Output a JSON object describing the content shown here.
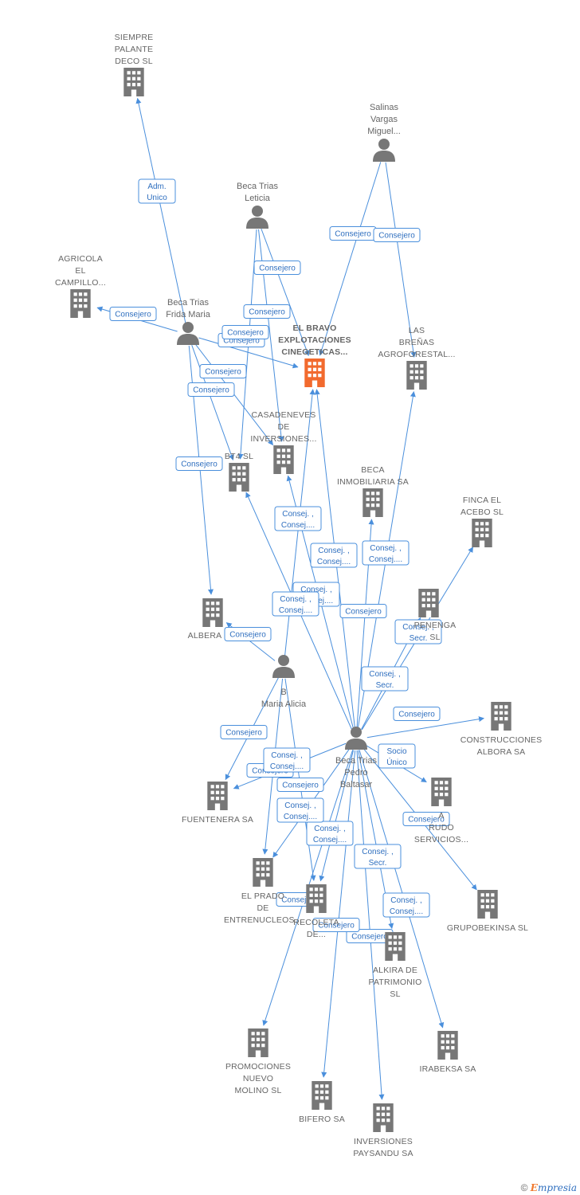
{
  "nodes": [
    {
      "id": "siempre",
      "type": "company",
      "lines": [
        "SIEMPRE",
        "PALANTE",
        "DECO  SL"
      ]
    },
    {
      "id": "salinas",
      "type": "person",
      "lines": [
        "Salinas",
        "Vargas",
        "Miguel..."
      ]
    },
    {
      "id": "leticia",
      "type": "person",
      "lines": [
        "Beca Trias",
        "Leticia"
      ]
    },
    {
      "id": "agricola",
      "type": "company",
      "lines": [
        "AGRICOLA",
        "EL",
        "CAMPILLO..."
      ]
    },
    {
      "id": "frida",
      "type": "person",
      "lines": [
        "Beca Trias",
        "Frida Maria"
      ]
    },
    {
      "id": "bravo",
      "type": "focus",
      "lines": [
        "EL BRAVO",
        "EXPLOTACIONES",
        "CINEGETICAS..."
      ]
    },
    {
      "id": "brenas",
      "type": "company",
      "lines": [
        "LAS",
        "BREÑAS",
        "AGROFORESTAL..."
      ]
    },
    {
      "id": "casadeneves",
      "type": "company",
      "lines": [
        "CASADENEVES",
        "DE",
        "INVERSIONES..."
      ]
    },
    {
      "id": "bt4",
      "type": "company",
      "lines": [
        "BT4 SL"
      ]
    },
    {
      "id": "beca_inm",
      "type": "company",
      "lines": [
        "BECA",
        "INMOBILIARIA SA"
      ]
    },
    {
      "id": "finca",
      "type": "company",
      "lines": [
        "FINCA EL",
        "ACEBO  SL"
      ]
    },
    {
      "id": "albera",
      "type": "company",
      "lines": [
        "ALBERA"
      ]
    },
    {
      "id": "penenga",
      "type": "company",
      "lines": [
        "PENENGA",
        "SL"
      ]
    },
    {
      "id": "alicia",
      "type": "person",
      "lines": [
        "B",
        "Maria Alicia"
      ]
    },
    {
      "id": "construcciones",
      "type": "company",
      "lines": [
        "CONSTRUCCIONES",
        "ALBORA SA"
      ]
    },
    {
      "id": "pedro",
      "type": "person",
      "lines": [
        "Beca Trias",
        "Pedro",
        "Baltasar"
      ]
    },
    {
      "id": "fuentenera",
      "type": "company",
      "lines": [
        "FUENTENERA SA"
      ]
    },
    {
      "id": "servicios",
      "type": "company",
      "lines": [
        "A",
        "RUDO",
        "SERVICIOS..."
      ]
    },
    {
      "id": "grupobekinsa",
      "type": "company",
      "lines": [
        "GRUPOBEKINSA SL"
      ]
    },
    {
      "id": "prado",
      "type": "company",
      "lines": [
        "EL PRADO",
        "DE",
        "ENTRENUCLEOS..."
      ]
    },
    {
      "id": "recoleta",
      "type": "company",
      "lines": [
        "RECOLETA",
        "DE..."
      ]
    },
    {
      "id": "alkira",
      "type": "company",
      "lines": [
        "ALKIRA DE",
        "PATRIMONIO",
        "SL"
      ]
    },
    {
      "id": "promociones",
      "type": "company",
      "lines": [
        "PROMOCIONES",
        "NUEVO",
        "MOLINO  SL"
      ]
    },
    {
      "id": "irabeksa",
      "type": "company",
      "lines": [
        "IRABEKSA SA"
      ]
    },
    {
      "id": "bifero",
      "type": "company",
      "lines": [
        "BIFERO SA"
      ]
    },
    {
      "id": "paysandu",
      "type": "company",
      "lines": [
        "INVERSIONES",
        "PAYSANDU SA"
      ]
    }
  ],
  "edges": [
    {
      "from": "frida",
      "to": "siempre",
      "label": [
        "Adm.",
        "Unico"
      ]
    },
    {
      "from": "frida",
      "to": "agricola",
      "label": [
        "Consejero"
      ]
    },
    {
      "from": "frida",
      "to": "bravo",
      "label": [
        "Consejero"
      ]
    },
    {
      "from": "frida",
      "to": "bt4",
      "label": [
        "Consejero"
      ]
    },
    {
      "from": "frida",
      "to": "casadeneves",
      "label": [
        "Consejero"
      ]
    },
    {
      "from": "frida",
      "to": "albera",
      "label": [
        "Consejero"
      ]
    },
    {
      "from": "salinas",
      "to": "bravo",
      "label": [
        "Consejero"
      ]
    },
    {
      "from": "salinas",
      "to": "brenas",
      "label": [
        "Consejero"
      ]
    },
    {
      "from": "leticia",
      "to": "bravo",
      "label": [
        "Consejero"
      ]
    },
    {
      "from": "leticia",
      "to": "casadeneves",
      "label": [
        "Consejero"
      ]
    },
    {
      "from": "leticia",
      "to": "bt4",
      "label": [
        "Consejero"
      ]
    },
    {
      "from": "pedro",
      "to": "bravo",
      "label": [
        "Consej. ,",
        "Consej...."
      ]
    },
    {
      "from": "pedro",
      "to": "brenas",
      "label": [
        "Consej. ,",
        "Consej...."
      ]
    },
    {
      "from": "pedro",
      "to": "beca_inm",
      "label": [
        "Consejero"
      ]
    },
    {
      "from": "pedro",
      "to": "casadeneves",
      "label": [
        "Consej. ,",
        "Consej...."
      ]
    },
    {
      "from": "pedro",
      "to": "bt4",
      "label": [
        "Consej. ,",
        "Consej...."
      ]
    },
    {
      "from": "pedro",
      "to": "finca",
      "label": [
        "Consej. ,",
        "Secr."
      ]
    },
    {
      "from": "pedro",
      "to": "penenga",
      "label": [
        "Consej. ,",
        "Secr."
      ]
    },
    {
      "from": "pedro",
      "to": "construcciones",
      "label": [
        "Consejero"
      ]
    },
    {
      "from": "pedro",
      "to": "servicios",
      "label": [
        "Socio",
        "Único"
      ]
    },
    {
      "from": "pedro",
      "to": "grupobekinsa",
      "label": [
        "Consejero"
      ]
    },
    {
      "from": "pedro",
      "to": "alkira",
      "label": [
        "Consej. ,",
        "Secr."
      ]
    },
    {
      "from": "pedro",
      "to": "irabeksa",
      "label": [
        "Consej. ,",
        "Consej...."
      ]
    },
    {
      "from": "pedro",
      "to": "paysandu",
      "label": [
        "Consejero"
      ]
    },
    {
      "from": "pedro",
      "to": "bifero",
      "label": [
        "Consejero"
      ]
    },
    {
      "from": "pedro",
      "to": "promociones",
      "label": [
        "Consejero"
      ]
    },
    {
      "from": "pedro",
      "to": "recoleta",
      "label": [
        "Consej. ,",
        "Consej...."
      ]
    },
    {
      "from": "pedro",
      "to": "prado",
      "label": [
        "Consej. ,",
        "Consej...."
      ]
    },
    {
      "from": "pedro",
      "to": "fuentenera",
      "label": [
        "Consejero"
      ]
    },
    {
      "from": "alicia",
      "to": "bravo",
      "label": [
        "Consej. ,",
        "Consej...."
      ]
    },
    {
      "from": "alicia",
      "to": "albera",
      "label": [
        "Consejero"
      ]
    },
    {
      "from": "alicia",
      "to": "fuentenera",
      "label": [
        "Consejero"
      ]
    },
    {
      "from": "alicia",
      "to": "prado",
      "label": [
        "Consejero"
      ]
    },
    {
      "from": "alicia",
      "to": "recoleta",
      "label": [
        "Consej. ,",
        "Consej...."
      ]
    }
  ],
  "footer": {
    "copyright": "©",
    "brand_e": "E",
    "brand_rest": "mpresia"
  },
  "colors": {
    "edge": "#4a8fdc",
    "node": "#777777",
    "focus": "#f26a2e",
    "label_text": "#2f6fbf"
  }
}
